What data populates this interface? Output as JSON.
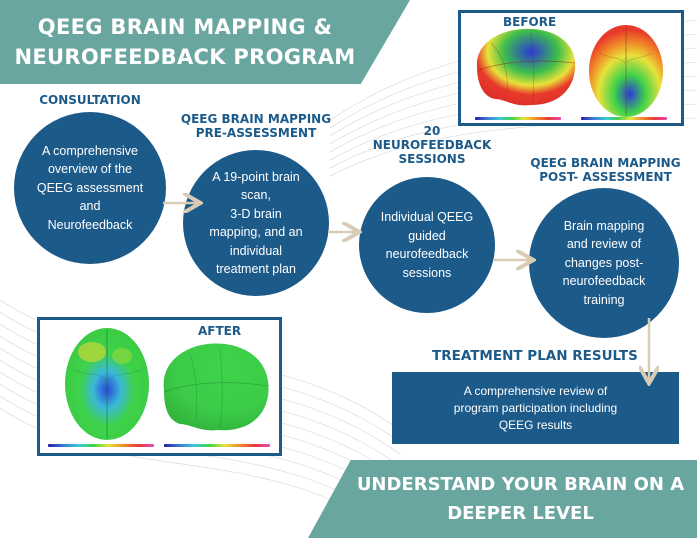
{
  "title": {
    "line1": "QEEG BRAIN MAPPING &",
    "line2": "NEUROFEEDBACK PROGRAM"
  },
  "before_panel": {
    "label": "BEFORE"
  },
  "after_panel": {
    "label": "AFTER"
  },
  "steps": [
    {
      "heading": "CONSULTATION",
      "text": "A comprehensive\noverview of the\nQEEG assessment\nand\nNeurofeedback"
    },
    {
      "heading": "QEEG BRAIN MAPPING\nPRE-ASSESSMENT",
      "text": "A 19-point brain\nscan,\n3-D brain\nmapping, and an\nindividual\ntreatment plan"
    },
    {
      "heading": "20\nNEUROFEEDBACK\nSESSIONS",
      "text": "Individual QEEG\nguided\nneurofeedback\nsessions"
    },
    {
      "heading": "QEEG BRAIN MAPPING\nPOST- ASSESSMENT",
      "text": "Brain mapping\nand review of\nchanges  post-\nneurofeedback\ntraining"
    }
  ],
  "results": {
    "heading": "TREATMENT PLAN RESULTS",
    "text": "A comprehensive review of\nprogram participation including\nQEEG results"
  },
  "footer": {
    "line1": "UNDERSTAND YOUR BRAIN ON A",
    "line2": "DEEPER LEVEL"
  },
  "colors": {
    "teal": "#6aa6a0",
    "navy": "#1c5a8a",
    "arrow": "#d8ccb4"
  }
}
